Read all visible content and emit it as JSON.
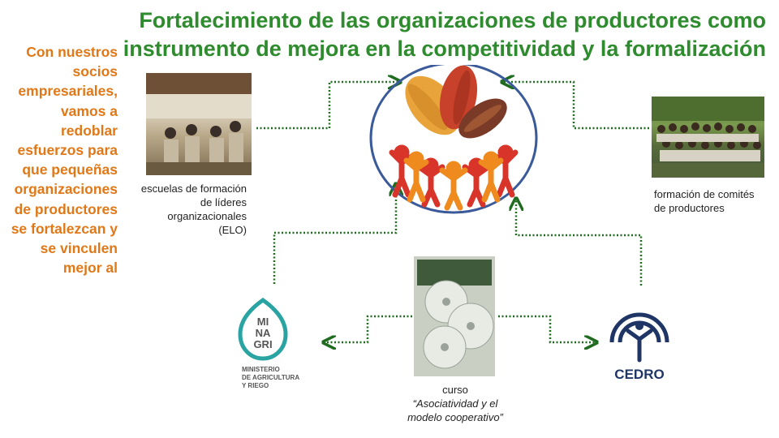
{
  "title": "Fortalecimiento de las organizaciones de productores como instrumento de  mejora en la competitividad  y la formalización",
  "side_text": "Con nuestros socios empresariales, vamos a redoblar esfuerzos para que pequeñas organizaciones de productores se fortalezcan y se vinculen mejor al",
  "captions": {
    "elo": "escuelas de formación de líderes organizacionales (ELO)",
    "comites": "formación de comités de productores",
    "curso_label": "curso",
    "curso_title": "“Asociatividad y el modelo cooperativo”"
  },
  "logos": {
    "minagri_line1": "MI",
    "minagri_line2": "NA",
    "minagri_line3": "GRI",
    "minagri_sub1": "MINISTERIO",
    "minagri_sub2": "DE AGRICULTURA",
    "minagri_sub3": "Y RIEGO",
    "cedro": "CEDRO"
  },
  "colors": {
    "title": "#2e8b2e",
    "side_text": "#e07818",
    "connector": "#1f6b1f",
    "hub_ring": "#3a5a9a",
    "minagri_teal": "#2aa3a3",
    "cedro_navy": "#1f3566",
    "people_red": "#d8342a",
    "people_orange": "#ee8a1e"
  }
}
